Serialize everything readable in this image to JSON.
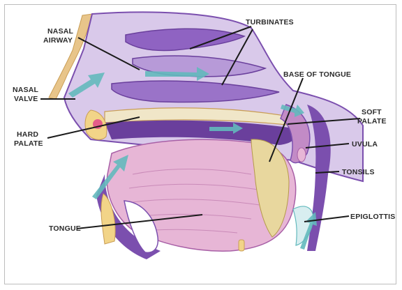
{
  "labels": {
    "nasal_airway_1": "NASAL",
    "nasal_airway_2": "AIRWAY",
    "turbinates": "TURBINATES",
    "base_of_tongue": "BASE OF TONGUE",
    "nasal_valve_1": "NASAL",
    "nasal_valve_2": "VALVE",
    "soft_palate_1": "SOFT",
    "soft_palate_2": "PALATE",
    "hard_palate_1": "HARD",
    "hard_palate_2": "PALATE",
    "uvula": "UVULA",
    "tonsils": "TONSILS",
    "tongue": "TONGUE",
    "epiglottis": "EPIGLOTTIS"
  },
  "colors": {
    "tissue_purple": "#7b4fae",
    "light_purple": "#c9b5e0",
    "tongue_pink": "#e7b6d6",
    "airflow_teal": "#63b9bd",
    "skin_tan": "#e8c58a"
  }
}
